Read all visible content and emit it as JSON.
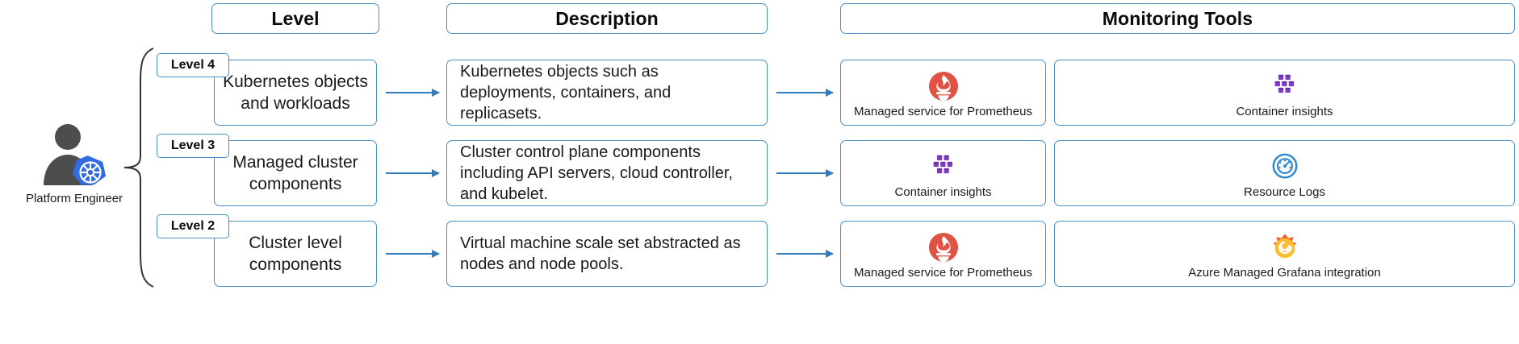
{
  "headers": {
    "level": "Level",
    "description": "Description",
    "tools": "Monitoring Tools"
  },
  "persona": {
    "label": "Platform Engineer",
    "icon": "platform-engineer-kubernetes-icon"
  },
  "rows": [
    {
      "badge": "Level 4",
      "level": "Kubernetes objects and workloads",
      "description": "Kubernetes objects such as deployments, containers, and replicasets.",
      "tools": [
        {
          "label": "Managed service for Prometheus",
          "icon": "prometheus-icon"
        },
        {
          "label": "Container insights",
          "icon": "container-insights-icon"
        }
      ]
    },
    {
      "badge": "Level 3",
      "level": "Managed cluster components",
      "description": "Cluster control plane components including API servers, cloud controller, and kubelet.",
      "tools": [
        {
          "label": "Container insights",
          "icon": "container-insights-icon"
        },
        {
          "label": "Resource Logs",
          "icon": "resource-logs-icon"
        }
      ]
    },
    {
      "badge": "Level 2",
      "level": "Cluster level components",
      "description": "Virtual machine scale set abstracted as nodes and node pools.",
      "tools": [
        {
          "label": "Managed service for Prometheus",
          "icon": "prometheus-icon"
        },
        {
          "label": "Azure Managed Grafana integration",
          "icon": "grafana-icon"
        }
      ]
    }
  ],
  "colors": {
    "border": "#4a90c4",
    "arrow": "#2f7cc0",
    "prometheus": "#e05243",
    "container_insights": "#7e3bc4",
    "resource_logs": "#2f89d0",
    "grafana_orange": "#f05a28",
    "grafana_yellow": "#fbbc2e",
    "kubernetes_blue": "#326ce5",
    "persona_gray": "#4d4d4d"
  }
}
